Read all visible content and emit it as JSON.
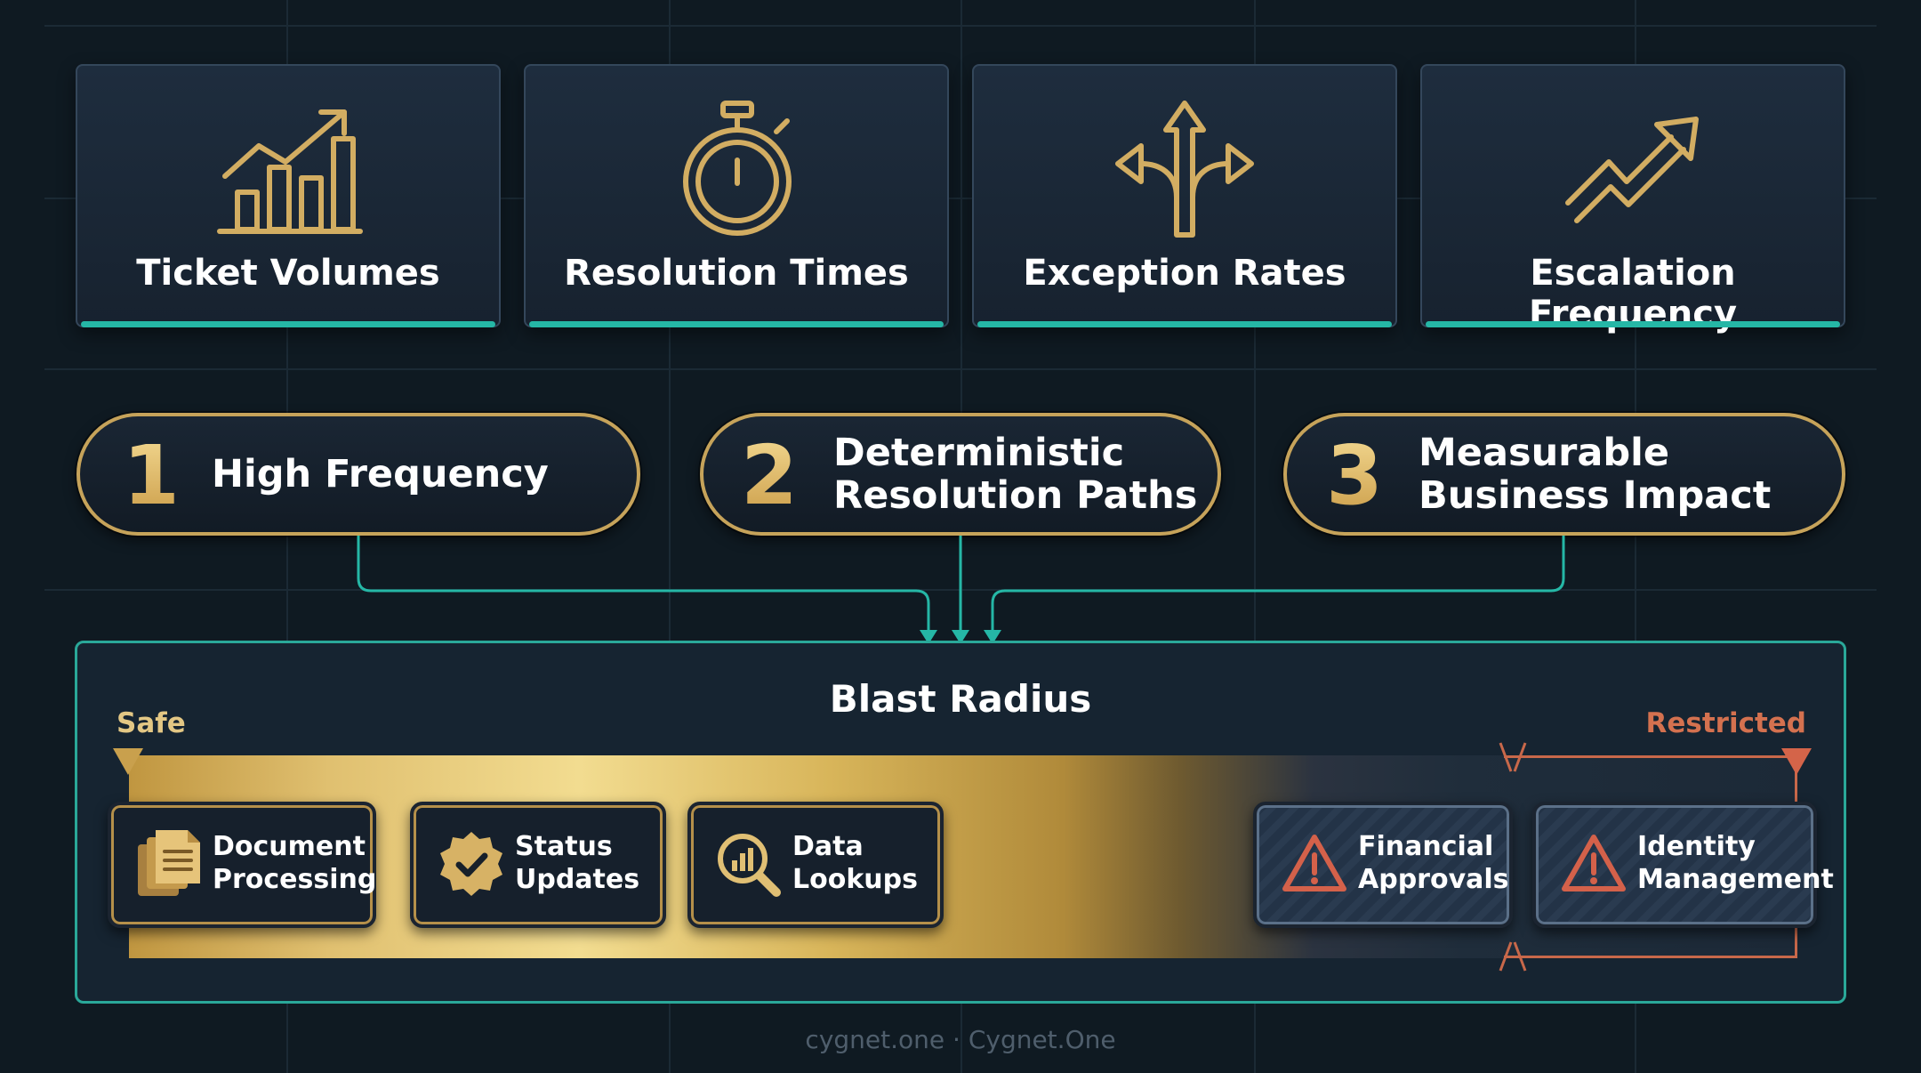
{
  "metrics": [
    {
      "label": "Ticket Volumes",
      "icon": "bar-chart-growth-icon"
    },
    {
      "label": "Resolution Times",
      "icon": "stopwatch-icon"
    },
    {
      "label": "Exception Rates",
      "icon": "diverging-arrows-icon"
    },
    {
      "label": "Escalation Frequency",
      "icon": "trend-up-arrow-icon"
    }
  ],
  "criteria": [
    {
      "number": "1",
      "line1": "High Frequency",
      "line2": ""
    },
    {
      "number": "2",
      "line1": "Deterministic",
      "line2": "Resolution Paths"
    },
    {
      "number": "3",
      "line1": "Measurable",
      "line2": "Business Impact"
    }
  ],
  "blast": {
    "title": "Blast Radius",
    "safe_label": "Safe",
    "restricted_label": "Restricted",
    "items": [
      {
        "line1": "Document",
        "line2": "Processing",
        "icon": "document-stack-icon",
        "zone": "safe"
      },
      {
        "line1": "Status",
        "line2": "Updates",
        "icon": "check-badge-icon",
        "zone": "safe"
      },
      {
        "line1": "Data",
        "line2": "Lookups",
        "icon": "magnifier-chart-icon",
        "zone": "safe"
      },
      {
        "line1": "Financial",
        "line2": "Approvals",
        "icon": "warning-triangle-icon",
        "zone": "restricted"
      },
      {
        "line1": "Identity",
        "line2": "Management",
        "icon": "warning-triangle-icon",
        "zone": "restricted"
      }
    ]
  },
  "colors": {
    "background": "#0f1a22",
    "gold": "#c6a35a",
    "teal": "#25b7a6",
    "restricted": "#d46449"
  },
  "footer": "cygnet.one · Cygnet.One"
}
